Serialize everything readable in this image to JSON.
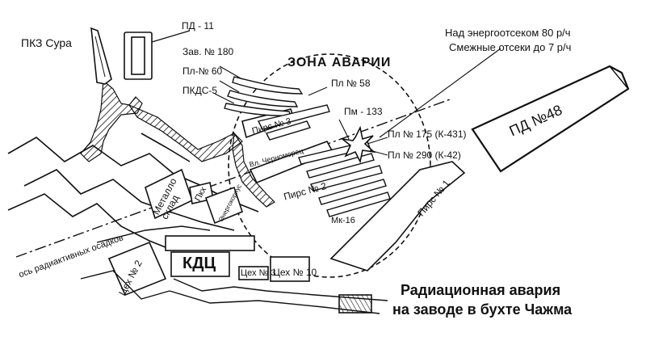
{
  "map": {
    "caption_line1": "Радиационная авария",
    "caption_line2": "на заводе в бухте Чажма",
    "zone_label": "ЗОНА АВАРИИ",
    "dose_line1": "Над энергоотсеком 80 р/ч",
    "dose_line2": "Смежные отсеки до 7 р/ч",
    "axis_label": "ось радиактивных осадков",
    "labels": {
      "pkz_sura": "ПКЗ Сура",
      "pd11": "ПД - 11",
      "zav180": "Зав. № 180",
      "pl60": "Пл-№ 60",
      "pkds5": "ПКДС-5",
      "pl58": "Пл № 58",
      "pm133": "Пм - 133",
      "pl175": "Пл № 175 (К-431)",
      "pl290": "Пл № 290 (К-42)",
      "pd48": "ПД №48",
      "pier3": "Пирс № 3",
      "pier2": "Пирс № 2",
      "pier1": "Пирс № 1",
      "chermomorets": "Вл. Черноморец",
      "mk16": "Мк-16",
      "metal_sklad": "Металло склад",
      "pkh": "Пкх",
      "energokorpus": "Энергокорпус",
      "kdc": "КДЦ",
      "ceh2": "Цех № 2",
      "ceh3": "Цех № 3",
      "ceh10": "Цех № 10"
    },
    "colors": {
      "ink": "#111111",
      "paper": "#ffffff"
    }
  }
}
